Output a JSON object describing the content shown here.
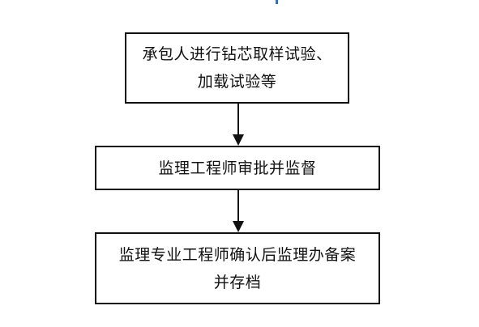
{
  "flow": {
    "steps": [
      {
        "text": "承包人进行钻芯取样试验、加载试验等"
      },
      {
        "text": "监理工程师审批并监督"
      },
      {
        "text": "监理专业工程师确认后监理办备案并存档"
      }
    ]
  },
  "colors": {
    "border": "#111111",
    "text": "#111111",
    "background": "#ffffff",
    "accent_tick": "#3d6fb0"
  }
}
